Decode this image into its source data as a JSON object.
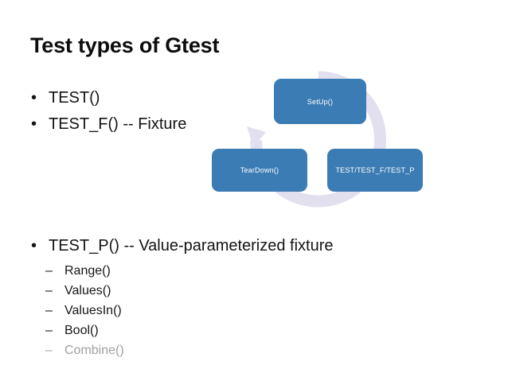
{
  "slide": {
    "title": "Test types of Gtest",
    "background_color": "#ffffff",
    "title_color": "#0d0d0d"
  },
  "bullets_top": [
    {
      "marker": "•",
      "text": "TEST()"
    },
    {
      "marker": "•",
      "text": "TEST_F()  -- Fixture"
    }
  ],
  "bullets_bottom": [
    {
      "marker": "•",
      "text": "TEST_P()  -- Value-parameterized fixture"
    }
  ],
  "sub_bullets": [
    {
      "marker": "–",
      "text": "Range()",
      "dim": false
    },
    {
      "marker": "–",
      "text": "Values()",
      "dim": false
    },
    {
      "marker": "–",
      "text": "ValuesIn()",
      "dim": false
    },
    {
      "marker": "–",
      "text": "Bool()",
      "dim": false
    },
    {
      "marker": "–",
      "text": "Combine()",
      "dim": true
    }
  ],
  "cycle_diagram": {
    "box_color": "#3b7cb4",
    "ring_color": "#e2e0ef",
    "label_color": "#ffffff",
    "boxes": [
      {
        "id": "setup",
        "label": "SetUp()"
      },
      {
        "id": "teardown",
        "label": "TearDown()"
      },
      {
        "id": "test",
        "label": "TEST/TEST_F/TEST_P"
      }
    ],
    "arrow_direction": "counter-clockwise-to-setup"
  }
}
